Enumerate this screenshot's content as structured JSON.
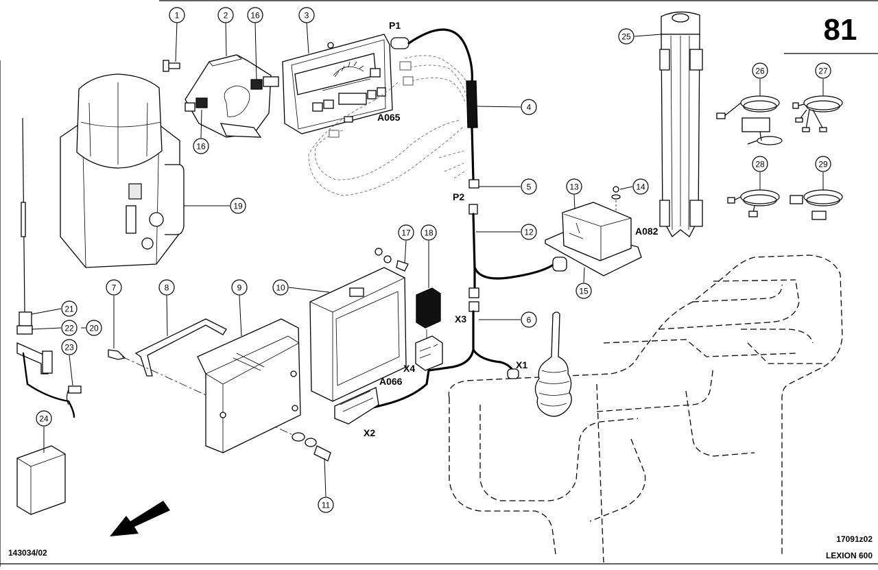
{
  "page_number": "81",
  "drawing_code_left": "143034/02",
  "drawing_code_right": "17091z02",
  "model": "LEXION 600",
  "callouts": [
    "1",
    "2",
    "16",
    "3",
    "4",
    "5",
    "12",
    "6",
    "13",
    "14",
    "15",
    "25",
    "26",
    "27",
    "28",
    "29",
    "19",
    "21",
    "22",
    "20",
    "23",
    "24",
    "7",
    "8",
    "9",
    "10",
    "11",
    "17",
    "18",
    "16"
  ],
  "labels": {
    "p1": "P1",
    "a065": "A065",
    "p2": "P2",
    "a082": "A082",
    "x3": "X3",
    "x4": "X4",
    "a066": "A066",
    "x1": "X1",
    "x2": "X2"
  }
}
